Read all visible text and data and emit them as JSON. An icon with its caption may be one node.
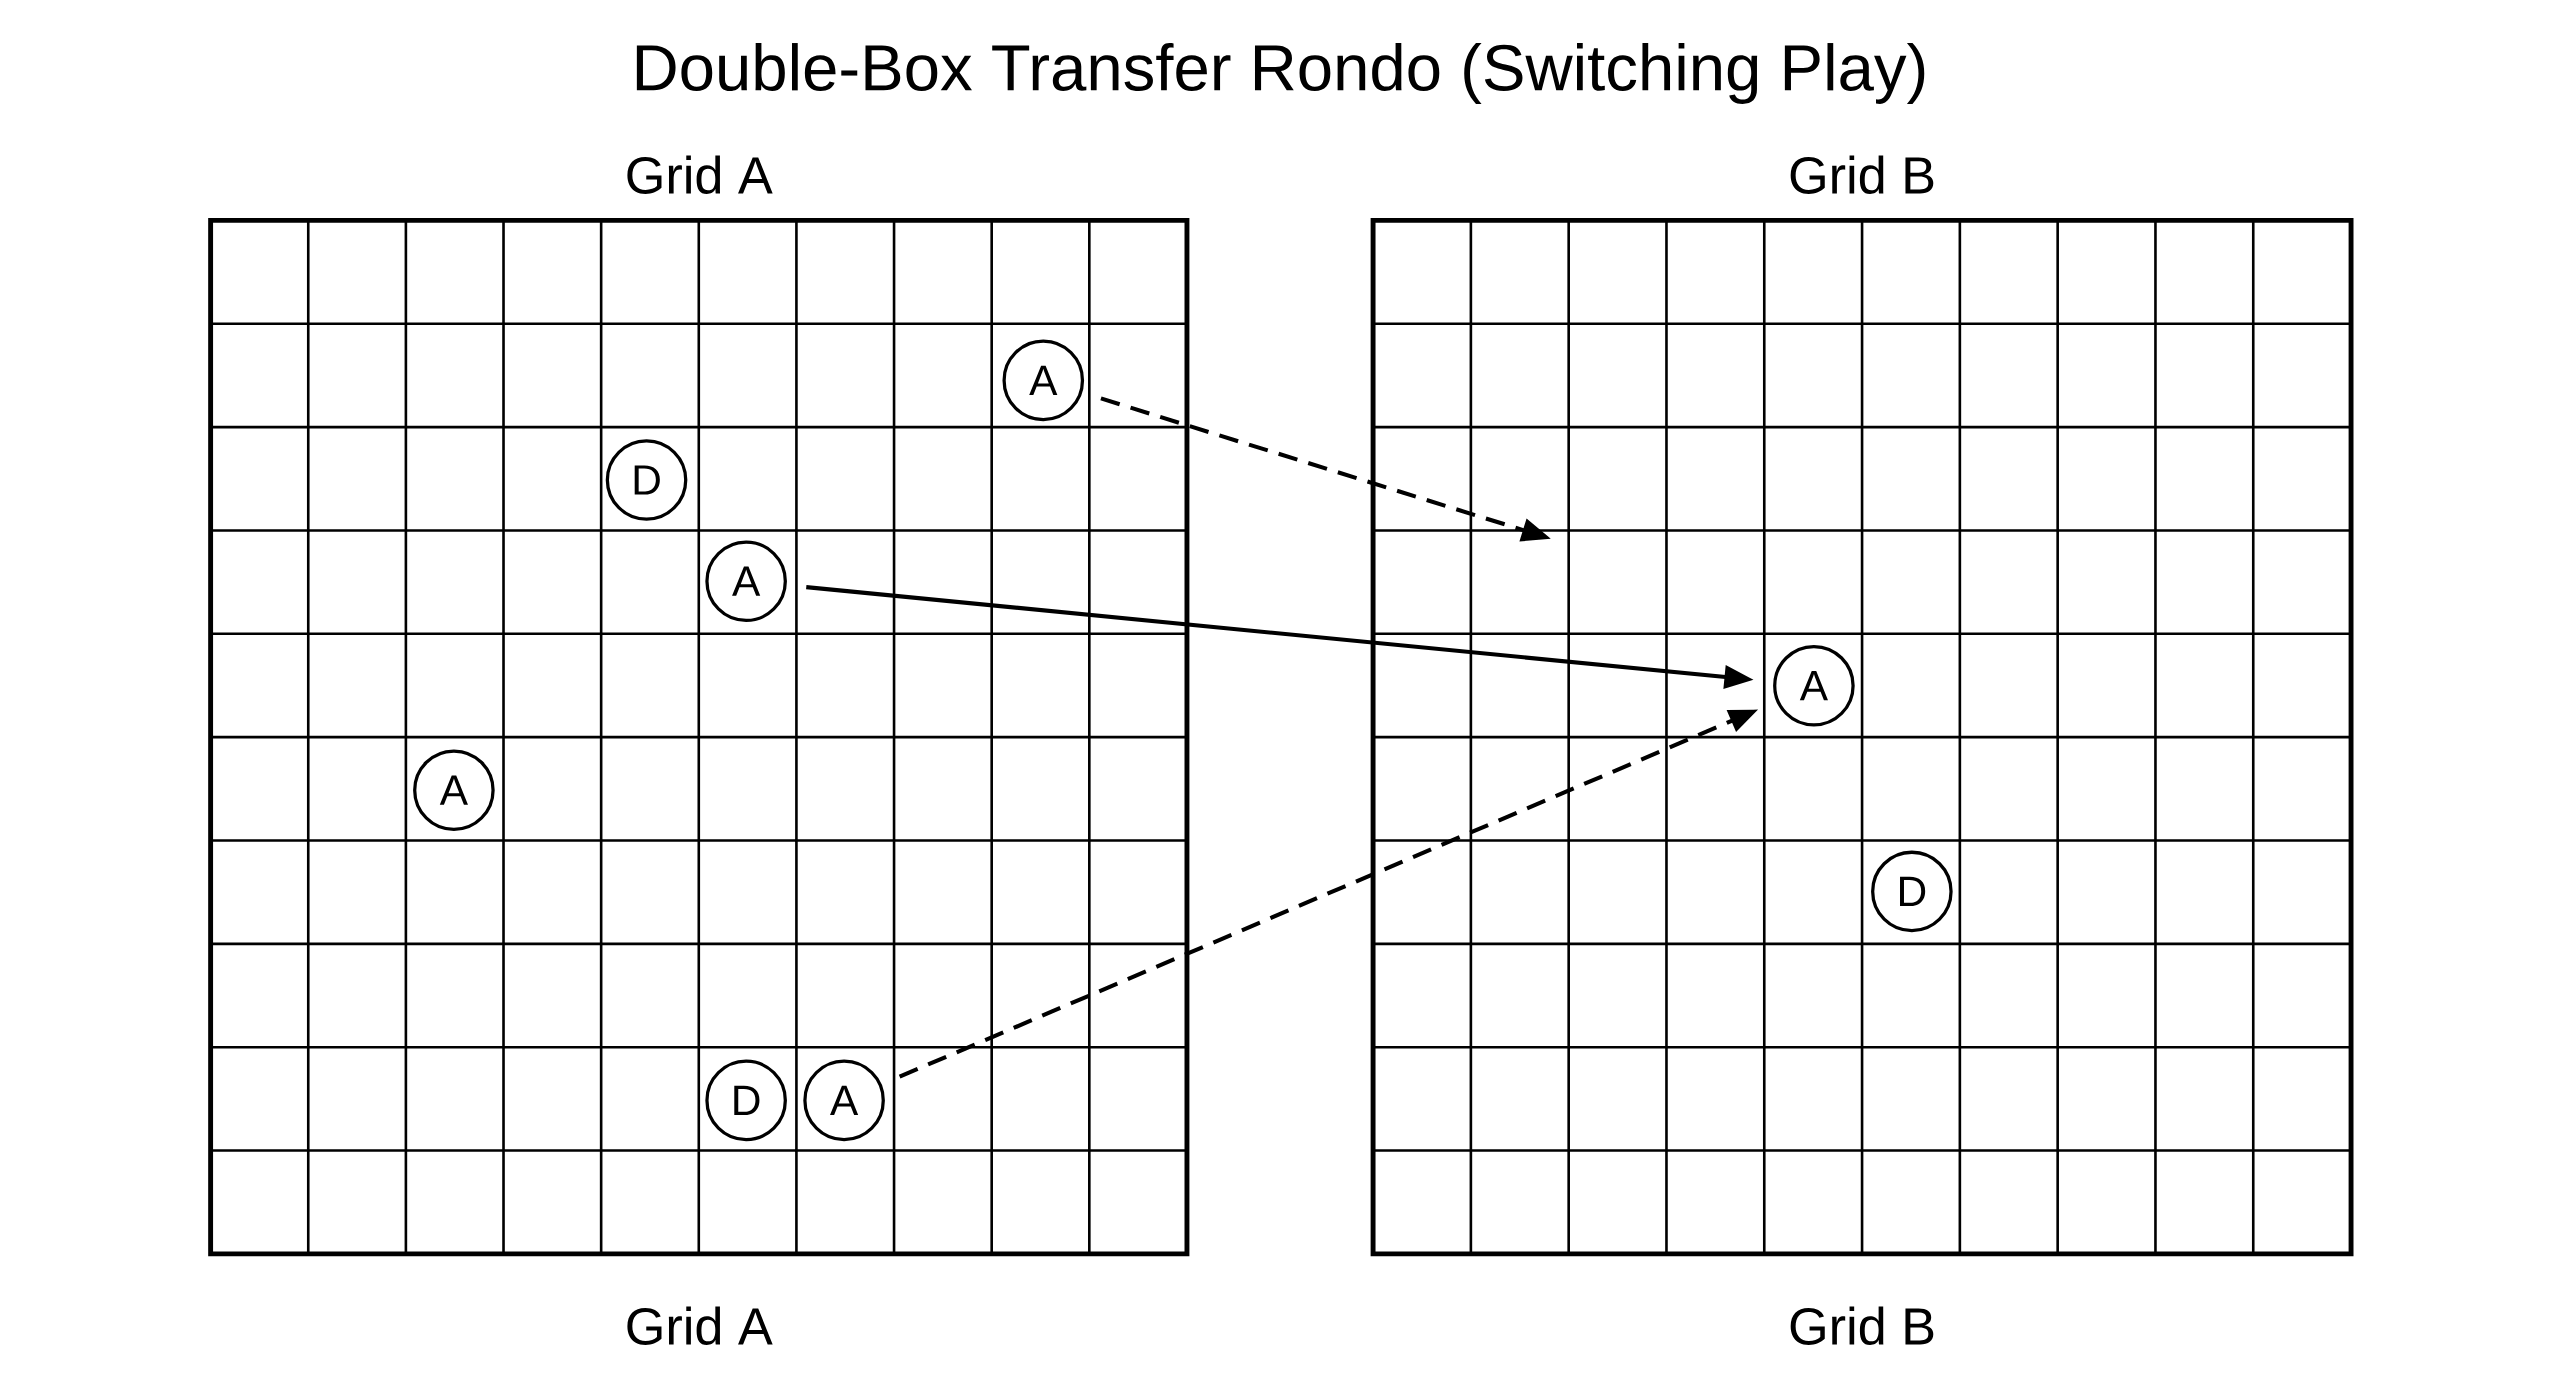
{
  "diagram": {
    "title": "Double-Box Transfer Rondo (Switching Play)",
    "nodes": [
      {
        "text": [
          "Grid A",
          "Grid A"
        ]
      },
      {
        "text": [
          "A"
        ],
        "in": 0
      },
      {
        "text": [
          "D"
        ],
        "in": 0
      },
      {
        "text": [
          "A"
        ],
        "in": 0
      },
      {
        "text": [
          "A"
        ],
        "in": 0
      },
      {
        "text": [
          "D"
        ],
        "in": 0
      },
      {
        "text": [
          "A"
        ],
        "in": 0
      },
      {
        "text": [
          "Grid B",
          "Grid B"
        ]
      },
      {
        "text": [
          "A"
        ],
        "in": 7
      },
      {
        "text": [
          "D"
        ],
        "in": 7
      }
    ],
    "edges": [
      {
        "from": 1,
        "to": null,
        "arrow": "to",
        "style": "dashed"
      },
      {
        "from": 3,
        "to": 8,
        "arrow": "to"
      },
      {
        "from": 6,
        "to": 8,
        "arrow": "to",
        "style": "dashed"
      }
    ]
  }
}
